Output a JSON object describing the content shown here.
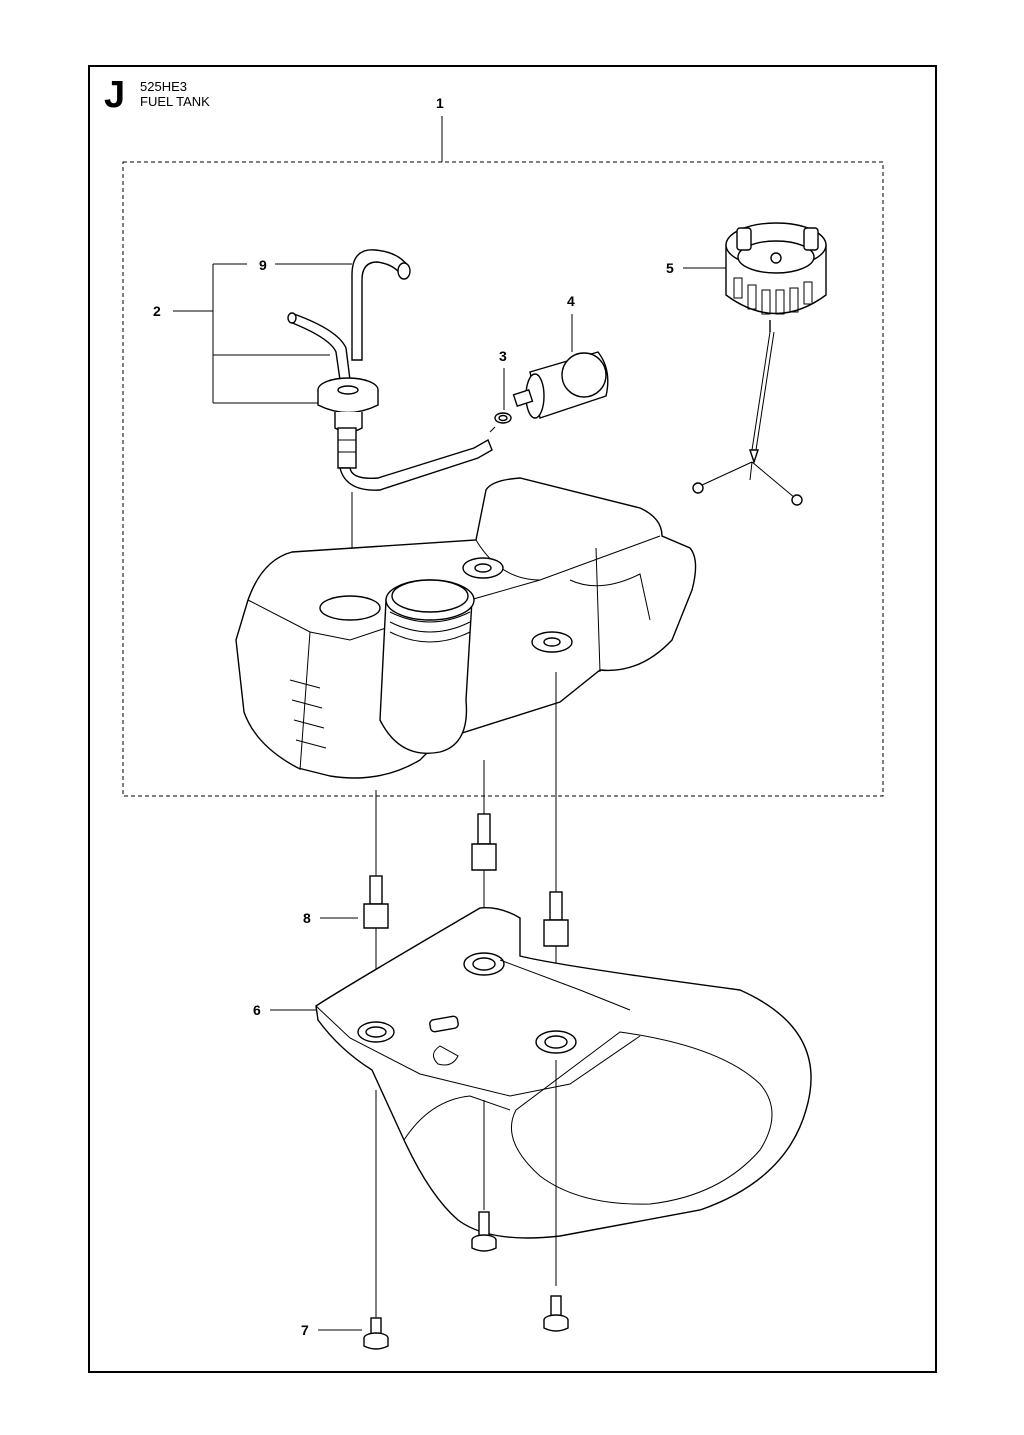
{
  "header": {
    "section_letter": "J",
    "model": "525HE3",
    "title": "FUEL TANK"
  },
  "callouts": [
    {
      "id": "1",
      "label": "1"
    },
    {
      "id": "2",
      "label": "2"
    },
    {
      "id": "3",
      "label": "3"
    },
    {
      "id": "4",
      "label": "4"
    },
    {
      "id": "5",
      "label": "5"
    },
    {
      "id": "6",
      "label": "6"
    },
    {
      "id": "7",
      "label": "7"
    },
    {
      "id": "8",
      "label": "8"
    },
    {
      "id": "9",
      "label": "9"
    }
  ]
}
